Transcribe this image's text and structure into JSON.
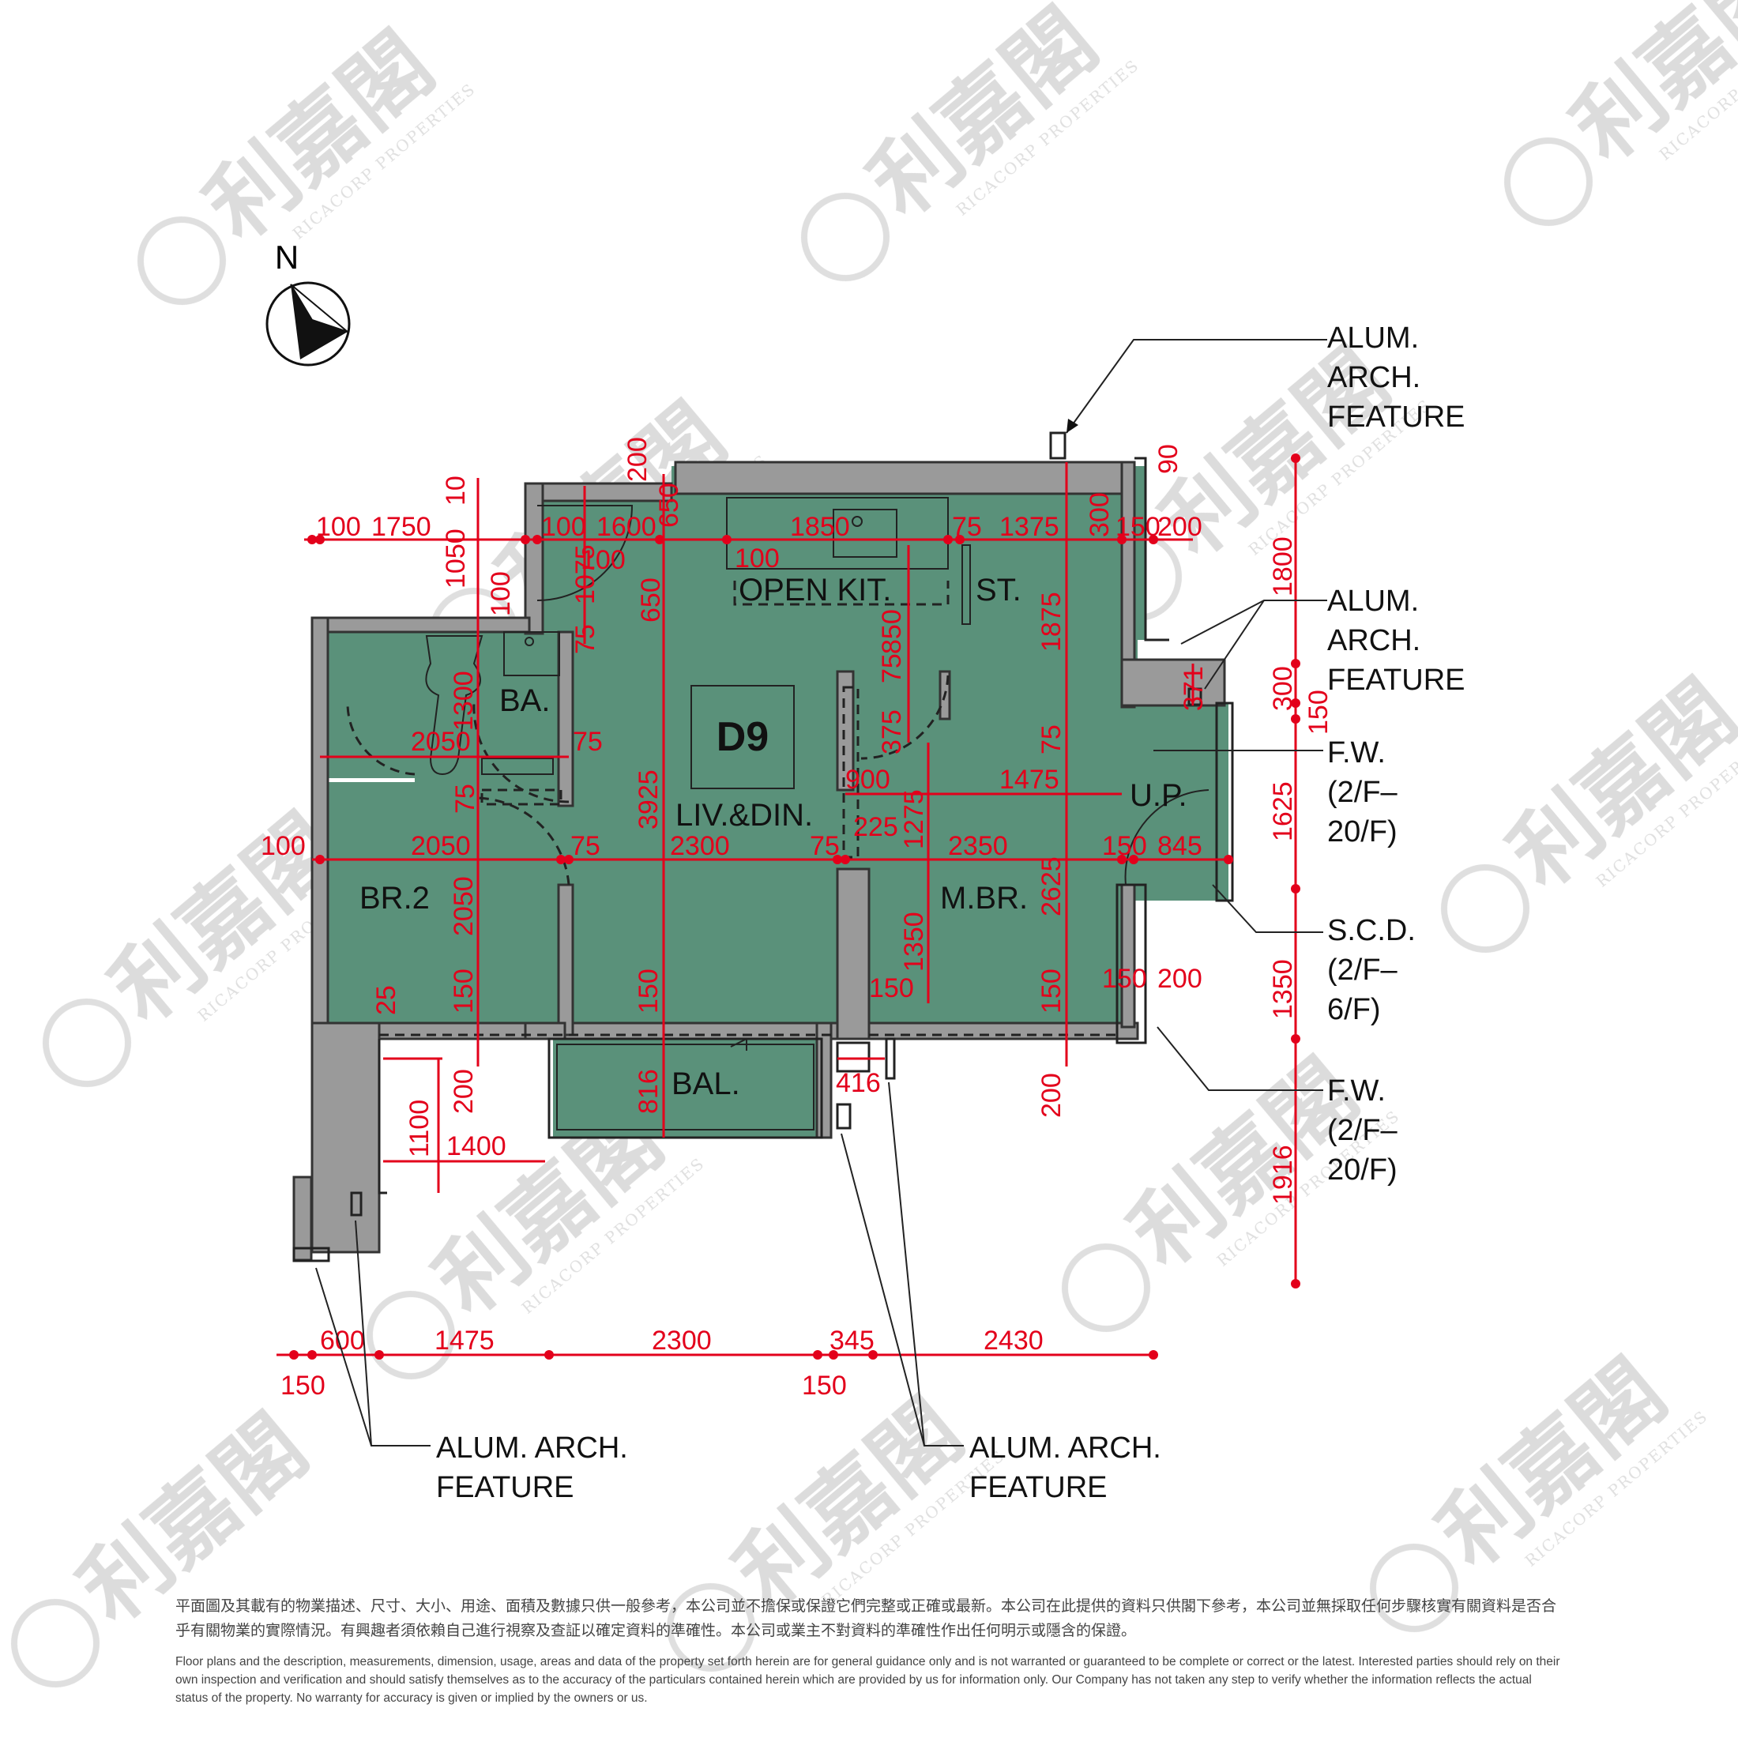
{
  "compass": {
    "label": "N"
  },
  "unit": {
    "code": "D9"
  },
  "rooms": {
    "kitchen": "OPEN KIT.",
    "store": "ST.",
    "bath": "BA.",
    "living": "LIV.&DIN.",
    "bedroom2": "BR.2",
    "master": "M.BR.",
    "utility": "U.P.",
    "balcony": "BAL."
  },
  "callouts": {
    "alum_top": [
      "ALUM.",
      "ARCH.",
      "FEATURE"
    ],
    "alum_mid": [
      "ALUM.",
      "ARCH.",
      "FEATURE"
    ],
    "fw_upper": [
      "F.W.",
      "(2/F–",
      "20/F)"
    ],
    "scd": [
      "S.C.D.",
      "(2/F–",
      "6/F)"
    ],
    "fw_lower": [
      "F.W.",
      "(2/F–",
      "20/F)"
    ],
    "alum_bottom_left": [
      "ALUM. ARCH.",
      "FEATURE"
    ],
    "alum_bottom_right": [
      "ALUM. ARCH.",
      "FEATURE"
    ]
  },
  "dimensions": {
    "top_row": [
      "100",
      "1750",
      "100",
      "1600",
      "100",
      "1850",
      "75",
      "1375",
      "300",
      "150",
      "200"
    ],
    "upper_vertical": [
      "10",
      "1050",
      "100",
      "200",
      "1075",
      "75",
      "650",
      "650",
      "850",
      "1875",
      "90"
    ],
    "kitchen_inner": "100",
    "mid_row": [
      "2050",
      "75",
      "1300",
      "75",
      "375",
      "75",
      "900",
      "1475",
      "1275",
      "371"
    ],
    "main_row": [
      "100",
      "2050",
      "75",
      "2300",
      "75",
      "225",
      "2350",
      "150",
      "845"
    ],
    "lower_vertical": [
      "75",
      "3925",
      "2050",
      "2625",
      "1350",
      "150",
      "150",
      "150",
      "25",
      "150"
    ],
    "lower_misc": [
      "150",
      "200",
      "200",
      "816",
      "416",
      "200",
      "1100",
      "1400"
    ],
    "right_column": [
      "1800",
      "300",
      "150",
      "1625",
      "1350",
      "1916"
    ],
    "bottom_row": [
      "600",
      "1475",
      "2300",
      "345",
      "2430"
    ],
    "bottom_sub": [
      "150",
      "150"
    ]
  },
  "watermark": {
    "zh": "利嘉閣",
    "en": "RICACORP PROPERTIES"
  },
  "disclaimer": {
    "zh": "平面圖及其載有的物業描述、尺寸、大小、用途、面積及數據只供一般參考，本公司並不擔保或保證它們完整或正確或最新。本公司在此提供的資料只供閣下參考，本公司並無採取任何步驟核實有關資料是否合乎有關物業的實際情況。有興趣者須依賴自己進行視察及查証以確定資料的準確性。本公司或業主不對資料的準確性作出任何明示或隱含的保證。",
    "en": "Floor plans and the description, measurements, dimension, usage, areas and data of the property set forth herein are for general guidance only and is not warranted or guaranteed to be complete or correct or the latest. Interested parties should rely on their own inspection and verification and should satisfy themselves as to the accuracy of the particulars contained herein which are provided by us for information only. Our Company has not taken any step to verify whether the information reflects the actual status of the property. No warranty for accuracy is given or implied by the owners or us."
  }
}
